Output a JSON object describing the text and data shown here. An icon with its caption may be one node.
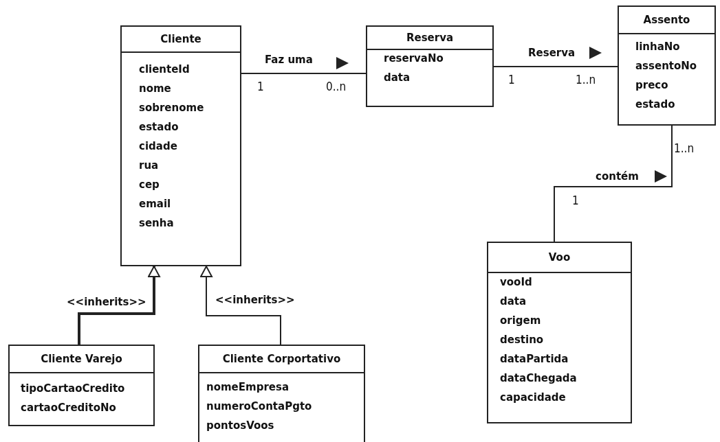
{
  "diagram": {
    "nodes": [
      {
        "text": [
          "Cliente",
          "clienteId",
          "nome",
          "sobrenome",
          "estado",
          "cidade",
          "rua",
          "cep",
          "email",
          "senha"
        ]
      },
      {
        "text": [
          "Reserva",
          "reservaNo",
          "data"
        ]
      },
      {
        "text": [
          "Assento",
          "linhaNo",
          "assentoNo",
          "preco",
          "estado"
        ]
      },
      {
        "text": [
          "Voo",
          "vooId",
          "data",
          "origem",
          "destino",
          "dataPartida",
          "dataChegada",
          "capacidade"
        ]
      },
      {
        "text": [
          "Cliente Varejo",
          "tipoCartaoCredito",
          "cartaoCreditoNo"
        ]
      },
      {
        "text": [
          "Cliente Corportativo",
          "nomeEmpresa",
          "numeroContaPgto",
          "pontosVoos"
        ]
      }
    ],
    "edges": [
      {
        "from": 0,
        "to": 1,
        "arrow": "none",
        "label": "Faz uma"
      },
      {
        "from": 1,
        "to": 2,
        "arrow": "none",
        "label": "Reserva"
      },
      {
        "from": 2,
        "to": 3,
        "arrow": "none",
        "label": "contém"
      },
      {
        "from": 4,
        "to": 0,
        "arrow": "to",
        "label": "<<inherits>>",
        "style": "thick"
      },
      {
        "from": 5,
        "to": 0,
        "arrow": "to",
        "label": "<<inherits>>"
      }
    ],
    "labels": [
      "1",
      "0..n",
      "1",
      "1..n",
      "1..n",
      "1"
    ]
  }
}
